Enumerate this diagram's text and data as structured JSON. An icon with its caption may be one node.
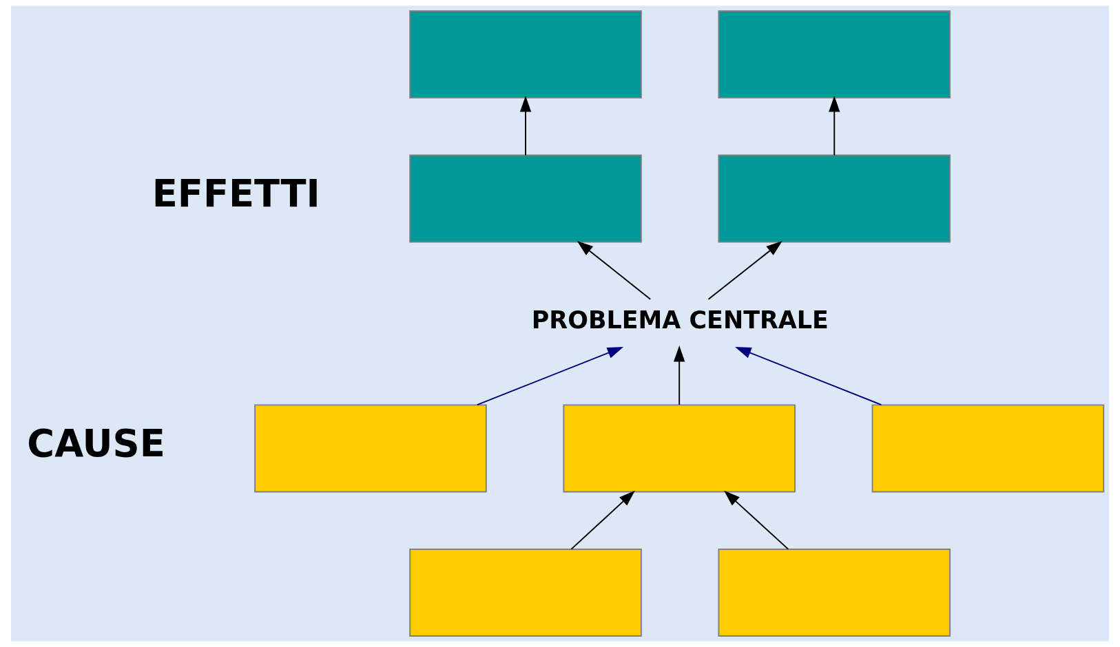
{
  "diagram": {
    "nodes": [
      {
        "text": [],
        "shape": "box"
      },
      {
        "text": [],
        "shape": "box"
      },
      {
        "text": [],
        "shape": "box"
      },
      {
        "text": [],
        "shape": "box"
      },
      {
        "text": [
          "PROBLEMA CENTRALE"
        ]
      },
      {
        "text": [],
        "shape": "box"
      },
      {
        "text": [],
        "shape": "box"
      },
      {
        "text": [],
        "shape": "box"
      },
      {
        "text": [],
        "shape": "box"
      },
      {
        "text": [],
        "shape": "box"
      }
    ],
    "edges": [
      {
        "from": 2,
        "to": 0,
        "arrow": "to"
      },
      {
        "from": 3,
        "to": 1,
        "arrow": "to"
      },
      {
        "from": 4,
        "to": 2,
        "arrow": "to"
      },
      {
        "from": 4,
        "to": 3,
        "arrow": "to"
      },
      {
        "from": 5,
        "to": 4,
        "arrow": "to",
        "color": "#000080"
      },
      {
        "from": 6,
        "to": 4,
        "arrow": "to"
      },
      {
        "from": 7,
        "to": 4,
        "arrow": "to",
        "color": "#000080"
      },
      {
        "from": 8,
        "to": 6,
        "arrow": "to"
      },
      {
        "from": 9,
        "to": 6,
        "arrow": "to"
      }
    ],
    "labels": [
      "EFFETTI",
      "CAUSE"
    ]
  }
}
